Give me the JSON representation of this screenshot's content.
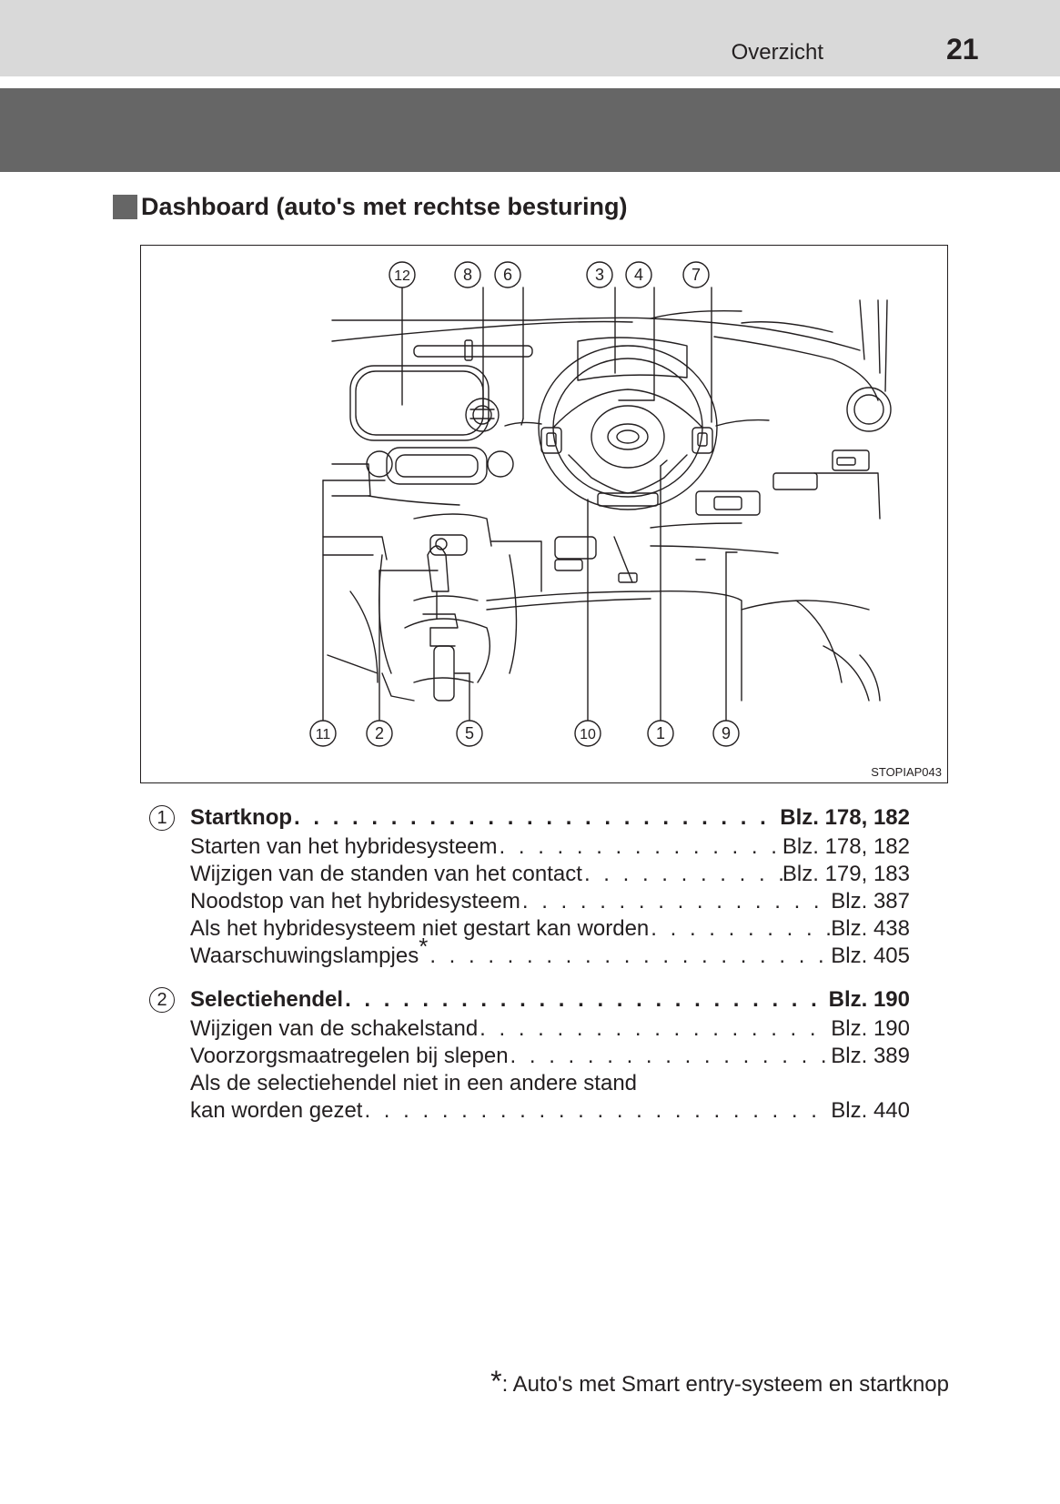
{
  "header": {
    "section": "Overzicht",
    "page_number": "21"
  },
  "heading": "Dashboard (auto's met rechtse besturing)",
  "figure": {
    "code": "STOPIAP043",
    "top_callouts": [
      "12",
      "8",
      "6",
      "3",
      "4",
      "7"
    ],
    "bottom_callouts": [
      "11",
      "2",
      "5",
      "10",
      "1",
      "9"
    ]
  },
  "entries": [
    {
      "number": "1",
      "title": "Startknop",
      "page": "Blz. 178, 182",
      "subitems": [
        {
          "text": "Starten van het hybridesysteem",
          "page": "Blz. 178, 182"
        },
        {
          "text": "Wijzigen van de standen van het contact",
          "page": "Blz. 179, 183"
        },
        {
          "text": "Noodstop van het hybridesysteem",
          "page": "Blz. 387"
        },
        {
          "text": "Als het hybridesysteem niet gestart kan worden",
          "page": "Blz. 438"
        },
        {
          "text": "Waarschuwingslampjes",
          "marker": "*",
          "page": "Blz. 405"
        }
      ]
    },
    {
      "number": "2",
      "title": "Selectiehendel",
      "page": "Blz. 190",
      "subitems": [
        {
          "text": "Wijzigen van de schakelstand",
          "page": "Blz. 190"
        },
        {
          "text": "Voorzorgsmaatregelen bij slepen",
          "page": "Blz. 389"
        },
        {
          "text": "Als de selectiehendel niet in een andere stand",
          "page": ""
        },
        {
          "text": "kan worden gezet",
          "page": "Blz. 440"
        }
      ]
    }
  ],
  "footnote": {
    "marker": "*",
    "text": ": Auto's met Smart entry-systeem en startknop"
  }
}
